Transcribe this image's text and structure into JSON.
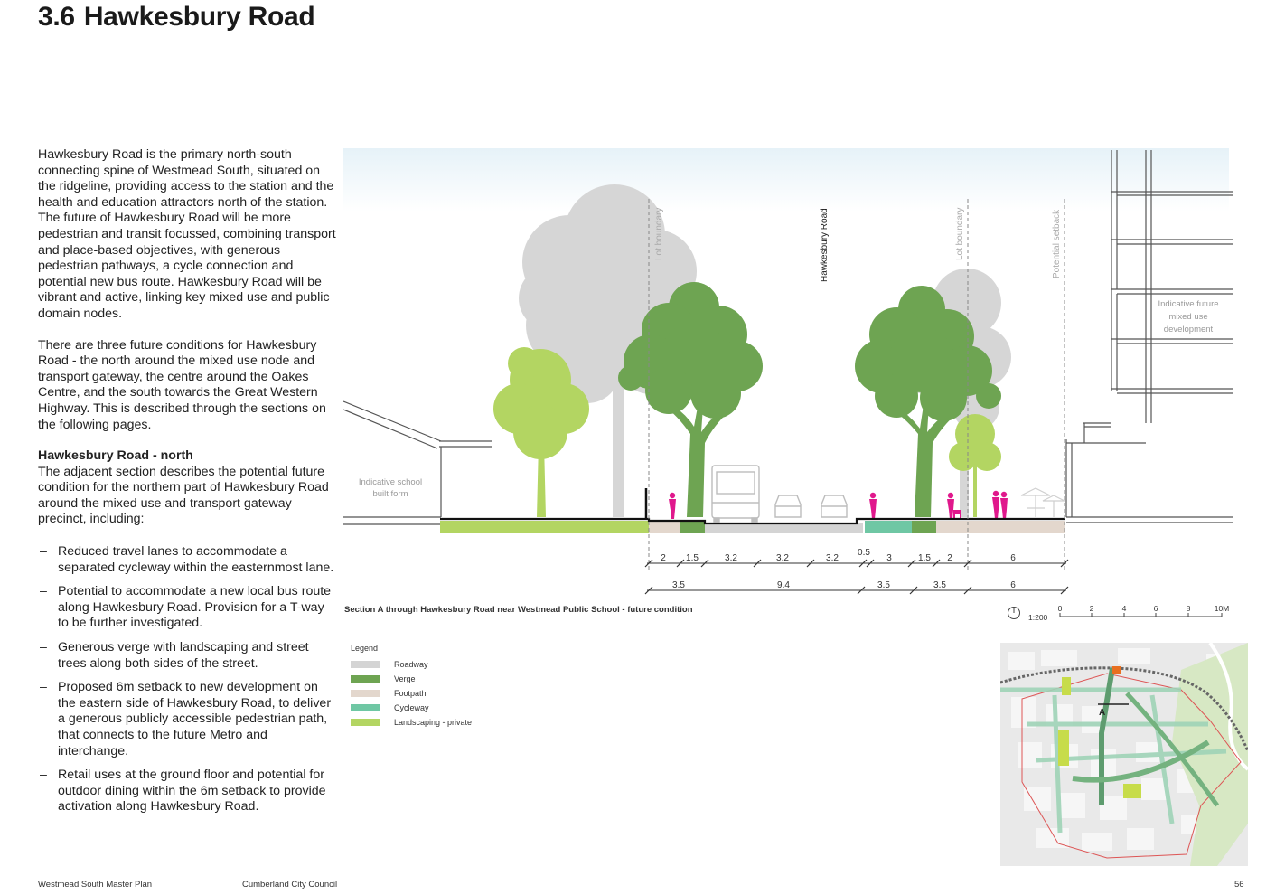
{
  "header": {
    "section_number": "3.6",
    "title": "Hawkesbury Road"
  },
  "intro": {
    "p1": "Hawkesbury Road is the primary north-south connecting spine of Westmead South, situated on the ridgeline, providing access to the station and the health and education attractors north of the station. The future of Hawkesbury Road will be more pedestrian and transit focussed, combining transport and place-based objectives, with generous pedestrian pathways, a cycle connection and potential new bus route. Hawkesbury Road will be vibrant and active, linking key mixed use and public domain nodes.",
    "p2": "There are three future conditions for Hawkesbury Road - the north around the mixed use node and transport gateway, the centre around the Oakes Centre, and the south towards the Great Western Highway. This is described through the sections on the following pages."
  },
  "north": {
    "heading": "Hawkesbury Road - north",
    "text": "The adjacent section describes the potential future condition for the northern part of Hawkesbury Road around the mixed use and transport gateway precinct, including:",
    "bullets": [
      "Reduced travel lanes to accommodate a separated cycleway within the easternmost lane.",
      "Potential to accommodate a new local bus route along Hawkesbury Road. Provision for a T-way to be further investigated.",
      "Generous verge with landscaping and street trees along both sides of the street.",
      "Proposed 6m setback to new development on the eastern side of Hawkesbury Road, to deliver a generous publicly accessible pedestrian path, that connects to the future Metro and interchange.",
      "Retail uses at the ground floor and potential for outdoor dining within the 6m setback to provide activation along Hawkesbury Road."
    ]
  },
  "section_diagram": {
    "labels": {
      "lot_boundary_left": "Lot boundary",
      "road_name": "Hawkesbury Road",
      "lot_boundary_right": "Lot boundary",
      "potential_setback": "Potential setback",
      "school_line1": "Indicative school",
      "school_line2": "built form",
      "dev_line1": "Indicative future",
      "dev_line2": "mixed use",
      "dev_line3": "development"
    },
    "dims_top": [
      "2",
      "1.5",
      "3.2",
      "3.2",
      "3.2",
      "0.5",
      "3",
      "1.5",
      "2",
      "6"
    ],
    "dims_bottom": [
      "3.5",
      "9.4",
      "3.5",
      "3.5",
      "6"
    ],
    "caption": "Section A through Hawkesbury Road near Westmead Public School - future condition"
  },
  "scale": {
    "ratio": "1:200",
    "ticks": [
      "0",
      "2",
      "4",
      "6",
      "8",
      "10M"
    ]
  },
  "legend": {
    "title": "Legend",
    "items": [
      {
        "label": "Roadway",
        "color": "#d4d4d4"
      },
      {
        "label": "Verge",
        "color": "#6ea452"
      },
      {
        "label": "Footpath",
        "color": "#e3d7cd"
      },
      {
        "label": "Cycleway",
        "color": "#6fc7a4"
      },
      {
        "label": "Landscaping - private",
        "color": "#b3d562"
      }
    ]
  },
  "key_map": {
    "section_marker": "A"
  },
  "colors": {
    "tree_dark": "#6ea452",
    "tree_light": "#b3d562",
    "tree_bg": "#d6d6d6",
    "people": "#e0188c"
  },
  "footer": {
    "left": "Westmead South Master Plan",
    "center": "Cumberland City Council",
    "page": "56"
  }
}
